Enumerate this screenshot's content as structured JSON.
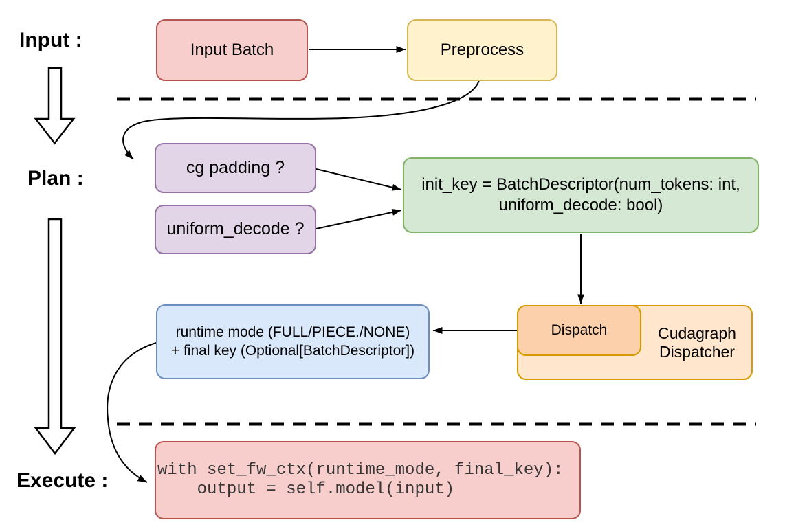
{
  "stage_labels": {
    "input": "Input :",
    "plan": "Plan :",
    "execute": "Execute :"
  },
  "nodes": {
    "input_batch": {
      "label": "Input Batch",
      "fill": "#f8cecc",
      "stroke": "#b85450"
    },
    "preprocess": {
      "label": "Preprocess",
      "fill": "#fff2cc",
      "stroke": "#d6b656"
    },
    "cg_padding": {
      "label": "cg padding ?",
      "fill": "#e1d5e7",
      "stroke": "#9673a6"
    },
    "uniform_decode": {
      "label": "uniform_decode ?",
      "fill": "#e1d5e7",
      "stroke": "#9673a6"
    },
    "init_key": {
      "line1": "init_key = BatchDescriptor(num_tokens: int,",
      "line2": "uniform_decode: bool)",
      "fill": "#d5e8d4",
      "stroke": "#82b366"
    },
    "dispatch": {
      "label": "Dispatch",
      "fill": "#fbd0aa",
      "stroke": "#d79b00"
    },
    "cudagraph_dispatcher": {
      "line1": "Cudagraph",
      "line2": "Dispatcher",
      "fill": "#ffe6cc",
      "stroke": "#d79b00"
    },
    "runtime_mode": {
      "line1": "runtime mode (FULL/PIECE./NONE)",
      "line2": "+ final key (Optional[BatchDescriptor])",
      "fill": "#dae8fc",
      "stroke": "#6c8ebf"
    },
    "execute_code": {
      "line1": "with set_fw_ctx(runtime_mode, final_key):",
      "line2": "    output = self.model(input)",
      "fill": "#f8cecc",
      "stroke": "#b85450"
    }
  },
  "colors": {
    "arrow": "#000000",
    "divider": "#000000",
    "code_text": "#363636"
  }
}
